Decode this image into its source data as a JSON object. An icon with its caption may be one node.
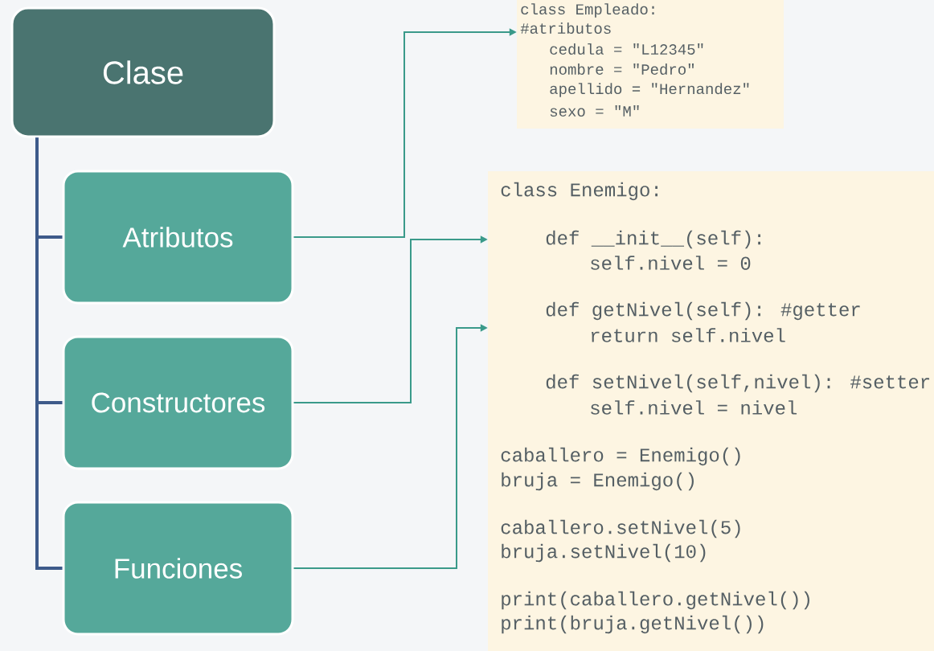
{
  "diagram": {
    "nodes": [
      {
        "text": [
          "Clase"
        ]
      },
      {
        "text": [
          "Atributos"
        ]
      },
      {
        "text": [
          "Constructores"
        ]
      },
      {
        "text": [
          "Funciones"
        ]
      },
      {
        "text": [
          "class Empleado:",
          "#atributos",
          "cedula = \"L12345\"",
          "nombre = \"Pedro\"",
          "apellido = \"Hernandez\"",
          "sexo = \"M\""
        ]
      },
      {
        "text": [
          "class Enemigo:",
          "def __init__(self):",
          "self.nivel = 0",
          "def getNivel(self): #getter",
          "return self.nivel",
          "def setNivel(self,nivel): #setter",
          "self.nivel = nivel",
          "caballero = Enemigo()",
          "bruja = Enemigo()",
          "caballero.setNivel(5)",
          "bruja.setNivel(10)",
          "print(caballero.getNivel())",
          "print(bruja.getNivel())"
        ]
      }
    ],
    "edges": [
      {
        "from": 0,
        "to": 1,
        "arrow": "none",
        "style": "thick",
        "color": "#3d5a8a"
      },
      {
        "from": 0,
        "to": 2,
        "arrow": "none",
        "style": "thick",
        "color": "#3d5a8a"
      },
      {
        "from": 0,
        "to": 3,
        "arrow": "none",
        "style": "thick",
        "color": "#3d5a8a"
      },
      {
        "from": 1,
        "to": 4,
        "arrow": "to"
      },
      {
        "from": 2,
        "to": 5,
        "arrow": "to"
      },
      {
        "from": 3,
        "to": 5,
        "arrow": "to"
      }
    ]
  }
}
